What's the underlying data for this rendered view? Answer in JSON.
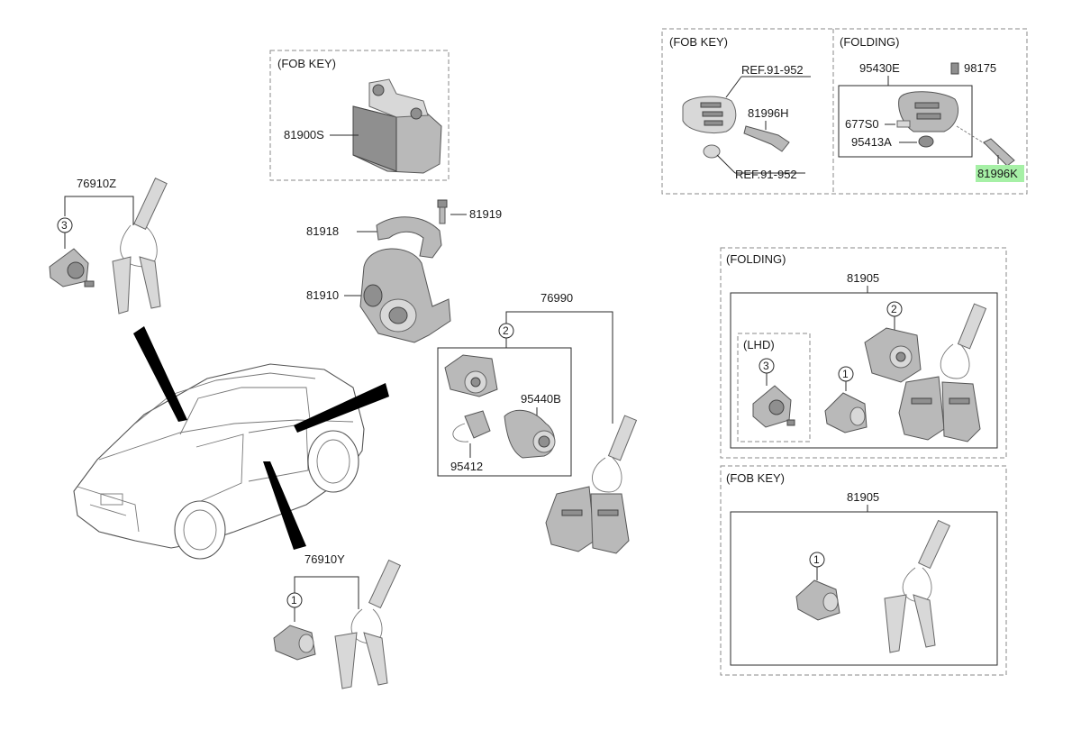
{
  "colors": {
    "highlight": "#a6f0a6",
    "line": "#2a2a2a",
    "part_gray": "#b9b9b9"
  },
  "sections": {
    "fob_top_center": "(FOB KEY)",
    "fob_top_right": "(FOB KEY)",
    "folding_top_right": "(FOLDING)",
    "folding_mid_right": "(FOLDING)",
    "lhd": "(LHD)",
    "fob_bottom_right": "(FOB KEY)"
  },
  "labels": {
    "p81900S": "81900S",
    "p76910Z": "76910Z",
    "p81919": "81919",
    "p81918": "81918",
    "p81910": "81910",
    "p76990": "76990",
    "p95440B": "95440B",
    "p95412": "95412",
    "p76910Y": "76910Y",
    "ref1": "REF.91-952",
    "p81996H": "81996H",
    "ref2": "REF.91-952",
    "p95430E": "95430E",
    "p98175": "98175",
    "p677S0": "677S0",
    "p95413A": "95413A",
    "p81996K": "81996K",
    "p81905a": "81905",
    "p81905b": "81905"
  },
  "callouts": {
    "c_76910Z": "3",
    "c_76990": "2",
    "c_76910Y": "1",
    "c_81905_2": "2",
    "c_81905_3": "3",
    "c_81905_1a": "1",
    "c_81905_1b": "1"
  },
  "icons": [
    "car-outline",
    "key-fob",
    "folding-key",
    "ignition-lock",
    "door-lock-cylinder",
    "key-tag"
  ]
}
